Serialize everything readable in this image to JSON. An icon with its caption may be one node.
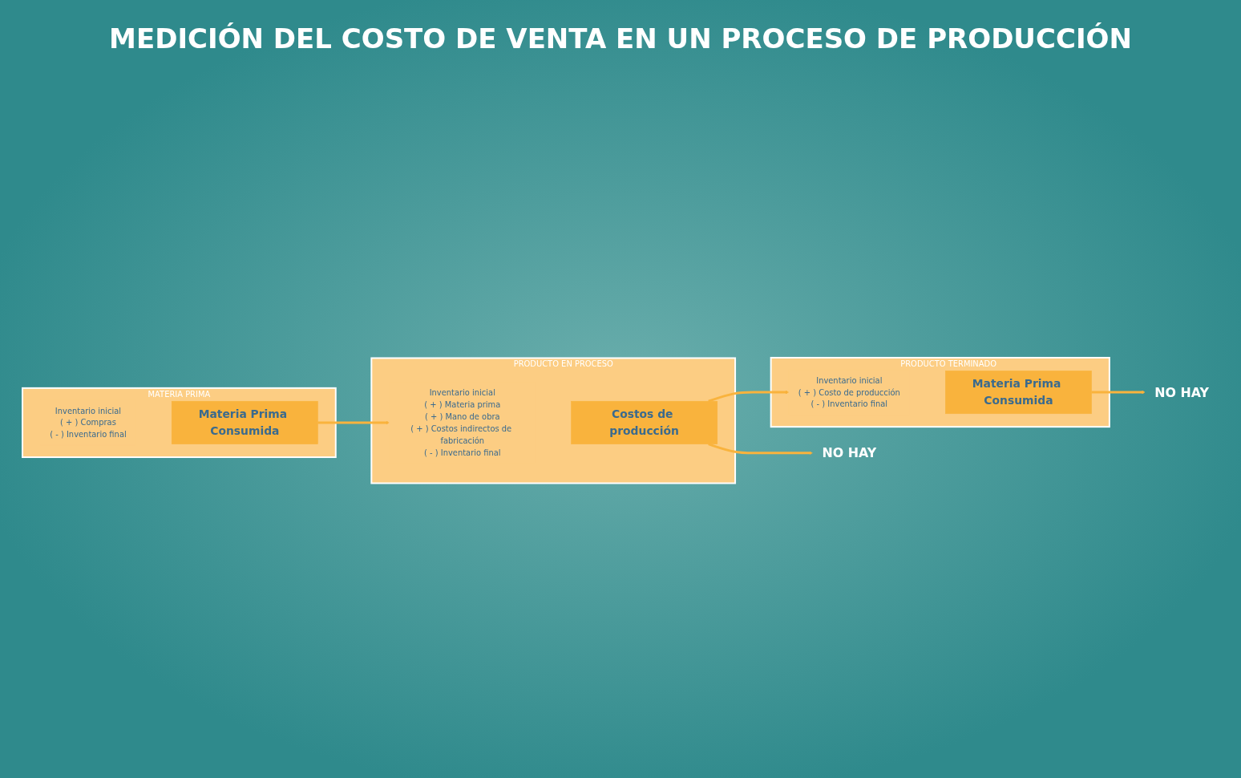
{
  "diagram": {
    "title": "MEDICIÓN DEL COSTO DE VENTA EN UN PROCESO DE PRODUCCIÓN",
    "nodes": [
      {
        "text": [
          "MATERIA PRIMA"
        ]
      },
      {
        "text": [
          "Inventario inicial",
          "( + ) Compras",
          "( - ) Inventario final"
        ],
        "in": 0
      },
      {
        "text": [
          "Materia Prima Consumida"
        ],
        "in": 0
      },
      {
        "text": [
          "PRODUCTO EN PROCESO"
        ]
      },
      {
        "text": [
          "Inventario inicial",
          "( + ) Materia prima",
          "( + ) Mano de obra",
          "( + ) Costos indirectos de fabricación",
          "( - ) Inventario final"
        ],
        "in": 3
      },
      {
        "text": [
          "Costos de producción"
        ],
        "in": 3
      },
      {
        "text": [
          "PRODUCTO TERMINADO"
        ]
      },
      {
        "text": [
          "Inventario inicial",
          "( + ) Costo de producción",
          "( - ) Inventario final"
        ],
        "in": 6
      },
      {
        "text": [
          "Materia Prima Consumida"
        ],
        "in": 6
      },
      {
        "text": [
          "NO HAY"
        ]
      },
      {
        "text": [
          "NO HAY"
        ]
      }
    ],
    "edges": [
      {
        "from": 2,
        "to": 4,
        "arrow": "to"
      },
      {
        "from": 5,
        "to": 7,
        "arrow": "to"
      },
      {
        "from": 5,
        "to": 9,
        "arrow": "to"
      },
      {
        "from": 8,
        "to": 10,
        "arrow": "to"
      }
    ]
  }
}
